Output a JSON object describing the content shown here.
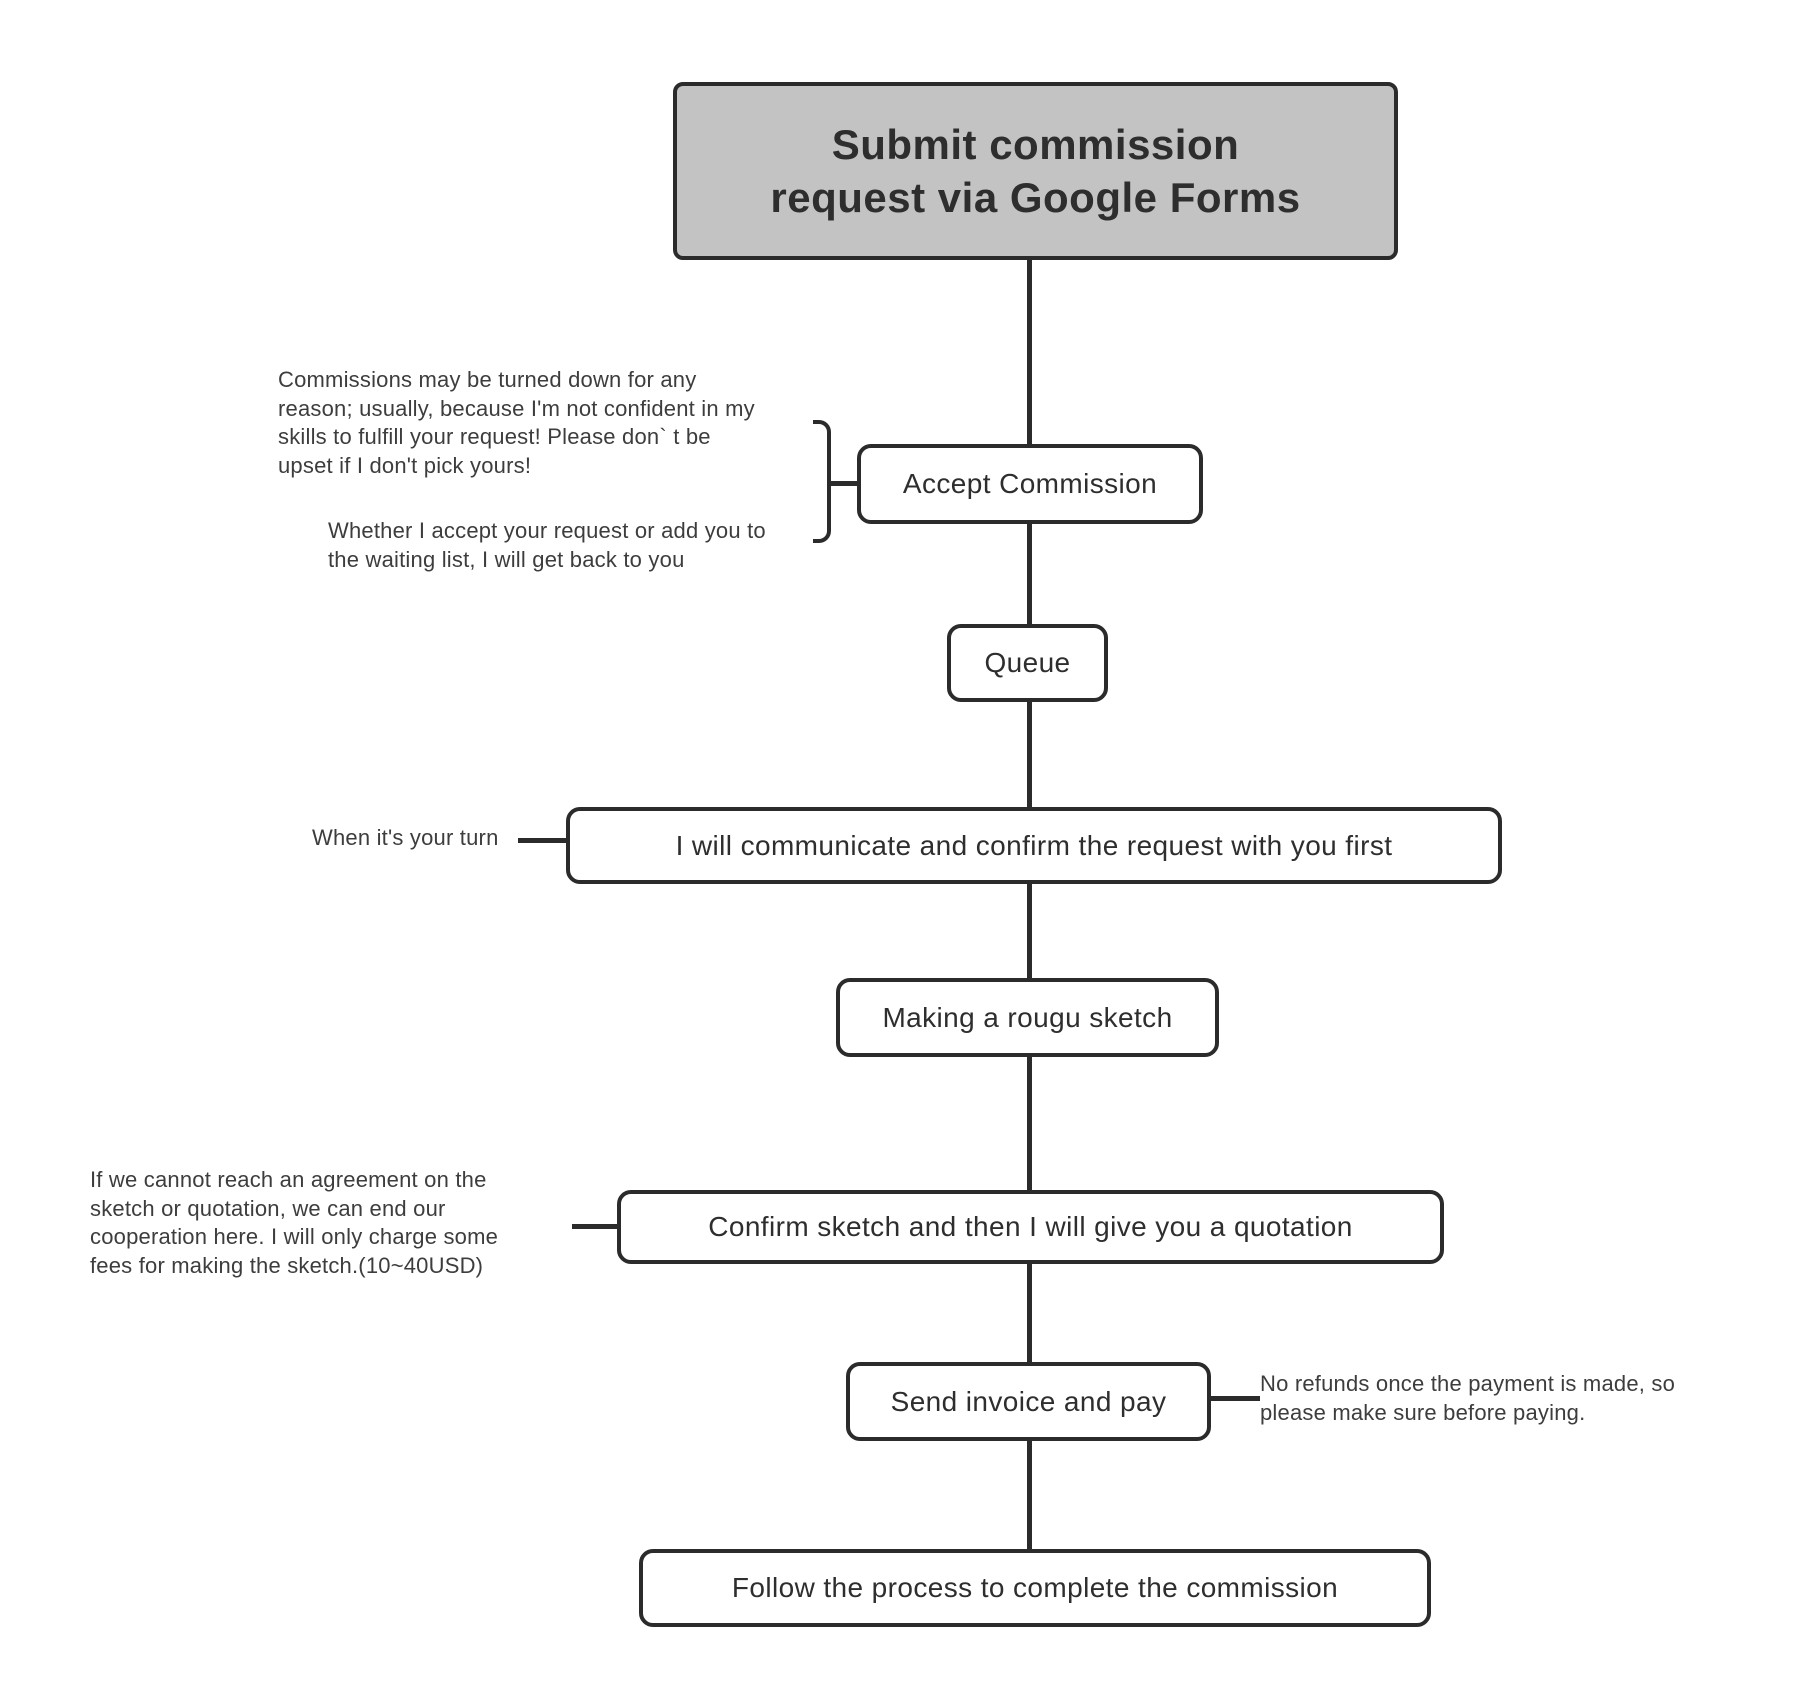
{
  "flowchart": {
    "title": "Submit commission\nrequest via Google Forms",
    "nodes": [
      {
        "label": "Accept Commission"
      },
      {
        "label": "Queue"
      },
      {
        "label": "I will communicate and confirm the request with you first"
      },
      {
        "label": "Making a rougu sketch"
      },
      {
        "label": "Confirm sketch and then I will give you a quotation"
      },
      {
        "label": "Send invoice and pay"
      },
      {
        "label": "Follow the process to complete the commission"
      }
    ],
    "annotations": {
      "turned_down": "Commissions may be turned down for any\nreason; usually, because I'm not confident in my\nskills to fulfill your request! Please don` t be\nupset if I don't pick yours!",
      "get_back": "Whether I accept your request or add you to\nthe waiting list, I will get back to you",
      "your_turn": "When it's your turn",
      "agreement": "If we cannot reach an agreement on the\nsketch or quotation, we can end our\ncooperation here. I will only charge some\nfees for making the sketch.(10~40USD)",
      "no_refunds": "No refunds once the payment is made, so\nplease make sure before paying."
    },
    "colors": {
      "line": "#2b2b2b",
      "box_border": "#2b2b2b",
      "box_fill": "#ffffff",
      "title_fill": "#c3c3c3",
      "text": "#2e2e2e",
      "annotation_text": "#3d3d3d",
      "background": "#ffffff"
    }
  }
}
